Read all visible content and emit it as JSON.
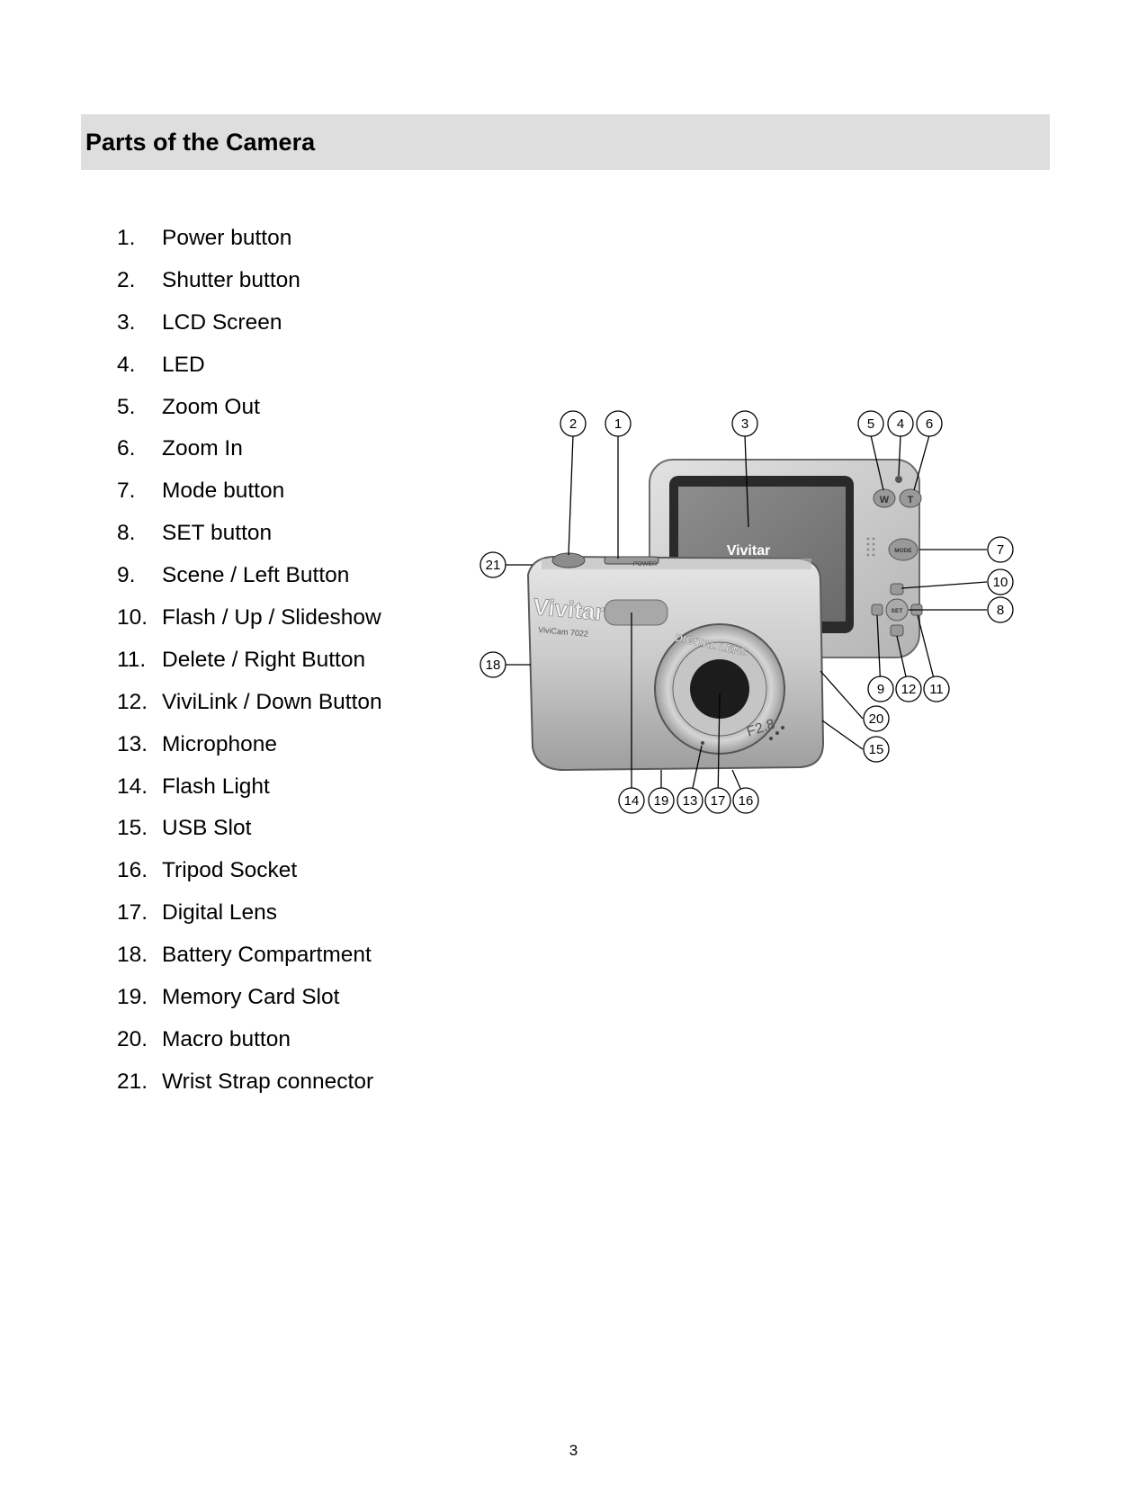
{
  "section": {
    "title": "Parts of the Camera"
  },
  "parts": [
    {
      "num": "1.",
      "label": "Power button"
    },
    {
      "num": "2.",
      "label": "Shutter button"
    },
    {
      "num": "3.",
      "label": "LCD Screen"
    },
    {
      "num": "4.",
      "label": "LED"
    },
    {
      "num": "5.",
      "label": "Zoom Out"
    },
    {
      "num": "6.",
      "label": "Zoom In"
    },
    {
      "num": "7.",
      "label": "Mode button"
    },
    {
      "num": "8.",
      "label": "SET button"
    },
    {
      "num": "9.",
      "label": "Scene / Left Button"
    },
    {
      "num": "10.",
      "label": "Flash / Up / Slideshow"
    },
    {
      "num": "11.",
      "label": "Delete / Right Button"
    },
    {
      "num": "12.",
      "label": "ViviLink / Down Button"
    },
    {
      "num": "13.",
      "label": "Microphone"
    },
    {
      "num": "14.",
      "label": "Flash Light"
    },
    {
      "num": "15.",
      "label": "USB Slot"
    },
    {
      "num": "16.",
      "label": "Tripod Socket"
    },
    {
      "num": "17.",
      "label": "Digital Lens"
    },
    {
      "num": "18.",
      "label": "Battery Compartment"
    },
    {
      "num": "19.",
      "label": "Memory Card Slot"
    },
    {
      "num": "20.",
      "label": "Macro button"
    },
    {
      "num": "21.",
      "label": "Wrist Strap connector"
    }
  ],
  "figure": {
    "brand": "Vivitar",
    "model": "ViviCam 7022",
    "button_labels": {
      "wide": "W",
      "tele": "T",
      "mode": "MODE",
      "set": "SET",
      "lens_ring": "DIGITAL LENS",
      "lens_spec": "F2.8",
      "power": "POWER"
    },
    "callouts": [
      "1",
      "2",
      "3",
      "4",
      "5",
      "6",
      "7",
      "8",
      "9",
      "10",
      "11",
      "12",
      "13",
      "14",
      "15",
      "16",
      "17",
      "18",
      "19",
      "20",
      "21"
    ]
  },
  "page": {
    "number": "3"
  }
}
